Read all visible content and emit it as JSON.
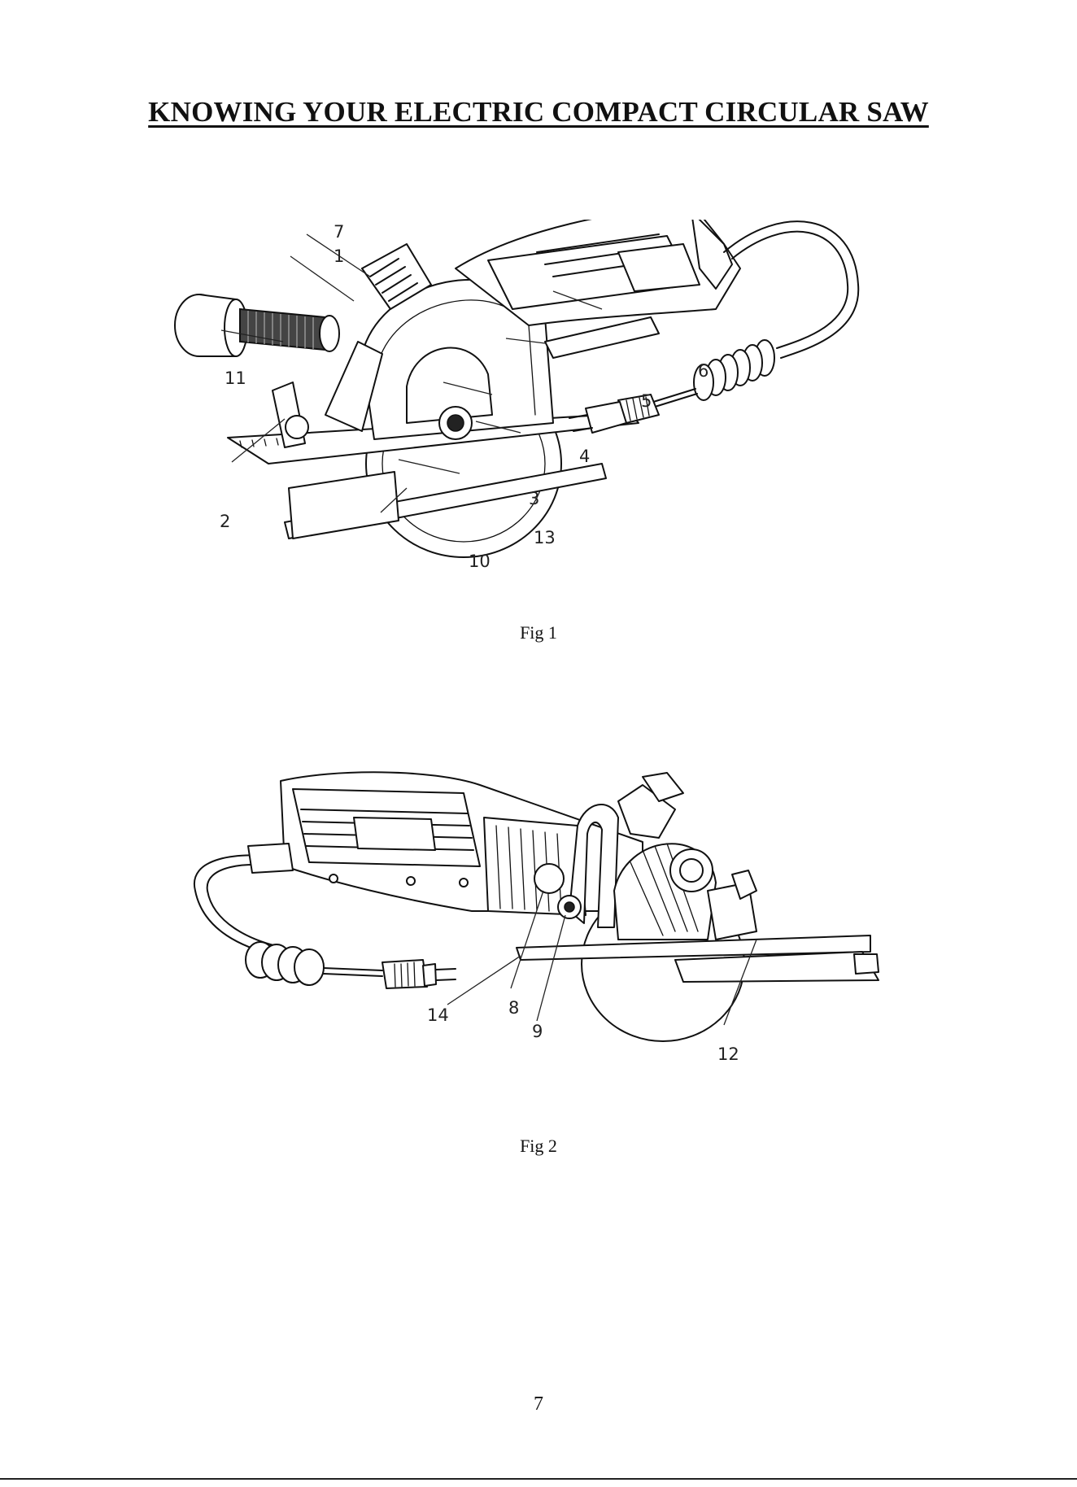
{
  "page": {
    "title": "KNOWING YOUR ELECTRIC COMPACT CIRCULAR SAW",
    "page_number": "7"
  },
  "figures": [
    {
      "caption": "Fig 1",
      "callouts": [
        "1",
        "2",
        "3",
        "4",
        "5",
        "6",
        "7",
        "10",
        "11",
        "13"
      ]
    },
    {
      "caption": "Fig 2",
      "callouts": [
        "8",
        "9",
        "12",
        "14"
      ]
    }
  ]
}
